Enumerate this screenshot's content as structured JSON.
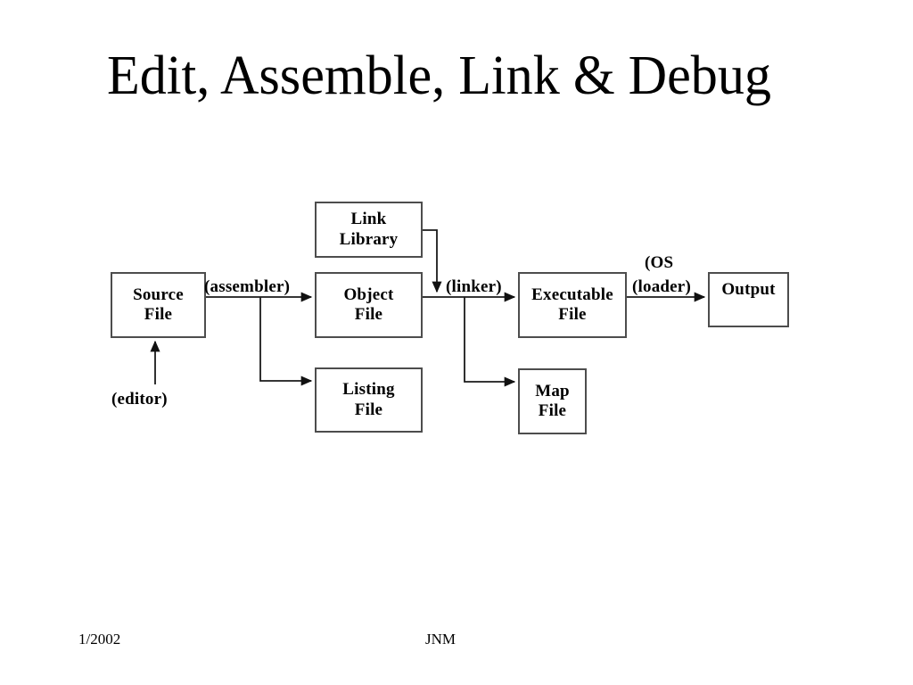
{
  "slide": {
    "title": "Edit, Assemble, Link & Debug",
    "background_color": "#ffffff",
    "text_color": "#000000",
    "line_color": "#1a1a1a",
    "box_border_color": "#4d4d4d"
  },
  "diagram": {
    "type": "flowchart",
    "nodes": [
      {
        "id": "link-library",
        "line1": "Link",
        "line2": "Library"
      },
      {
        "id": "source-file",
        "line1": "Source",
        "line2": "File"
      },
      {
        "id": "object-file",
        "line1": "Object",
        "line2": "File"
      },
      {
        "id": "executable",
        "line1": "Executable",
        "line2": "File"
      },
      {
        "id": "output",
        "line1": "Output",
        "line2": ""
      },
      {
        "id": "listing-file",
        "line1": "Listing",
        "line2": "File"
      },
      {
        "id": "map-file",
        "line1": "Map",
        "line2": "File"
      }
    ],
    "edge_labels": {
      "assembler": "(assembler)",
      "linker": "(linker)",
      "os_line1": "(OS",
      "os_line2": "(loader)",
      "editor": "(editor)"
    },
    "edges": [
      {
        "from": "editor",
        "to": "source-file",
        "label": "(editor)"
      },
      {
        "from": "source-file",
        "to": "object-file",
        "label": "(assembler)"
      },
      {
        "from": "source-file",
        "to": "listing-file",
        "label": "(assembler)"
      },
      {
        "from": "link-library",
        "to": "linker-path",
        "label": ""
      },
      {
        "from": "object-file",
        "to": "executable",
        "label": "(linker)"
      },
      {
        "from": "object-file",
        "to": "map-file",
        "label": "(linker)"
      },
      {
        "from": "executable",
        "to": "output",
        "label": "(OS loader)"
      }
    ]
  },
  "footer": {
    "date": "1/2002",
    "author": "JNM"
  }
}
